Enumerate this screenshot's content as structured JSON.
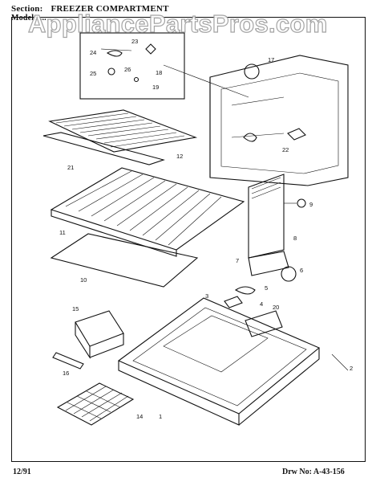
{
  "header": {
    "section_label": "Section:",
    "section_value": "FREEZER COMPARTMENT",
    "model_label": "Model:",
    "model_value": "..."
  },
  "watermark": "AppliancePartsPros.com",
  "footer": {
    "date": "12/91",
    "drawing_number": "Drw No: A-43-156"
  },
  "callouts": [
    "23",
    "24",
    "26",
    "25",
    "18",
    "19",
    "17",
    "12",
    "21",
    "22",
    "11",
    "9",
    "8",
    "10",
    "7",
    "6",
    "5",
    "3",
    "4",
    "20",
    "15",
    "16",
    "2",
    "1",
    "14"
  ]
}
